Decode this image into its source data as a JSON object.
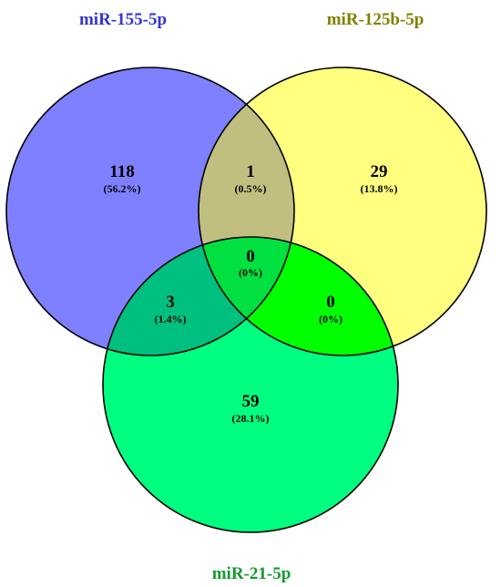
{
  "sets": [
    {
      "key": "A",
      "label": "miR-155-5p",
      "color": "#7f80ff",
      "label_color": "#3434d6"
    },
    {
      "key": "B",
      "label": "miR-125b-5p",
      "color": "#ffff80",
      "label_color": "#808000"
    },
    {
      "key": "C",
      "label": "miR-21-5p",
      "color": "#00ff80",
      "label_color": "#149a2f"
    }
  ],
  "regions": {
    "A_only": {
      "count": "118",
      "percent": "(56.2%)"
    },
    "AB": {
      "count": "1",
      "percent": "(0.5%)"
    },
    "B_only": {
      "count": "29",
      "percent": "(13.8%)"
    },
    "ABC": {
      "count": "0",
      "percent": "(0%)"
    },
    "AC": {
      "count": "3",
      "percent": "(1.4%)"
    },
    "BC": {
      "count": "0",
      "percent": "(0%)"
    },
    "C_only": {
      "count": "59",
      "percent": "(28.1%)"
    }
  },
  "colors": {
    "AB": "#c0bf80",
    "AC": "#00c080",
    "BC": "#00ff00",
    "ABC": "#00e040",
    "stroke": "#000000"
  }
}
